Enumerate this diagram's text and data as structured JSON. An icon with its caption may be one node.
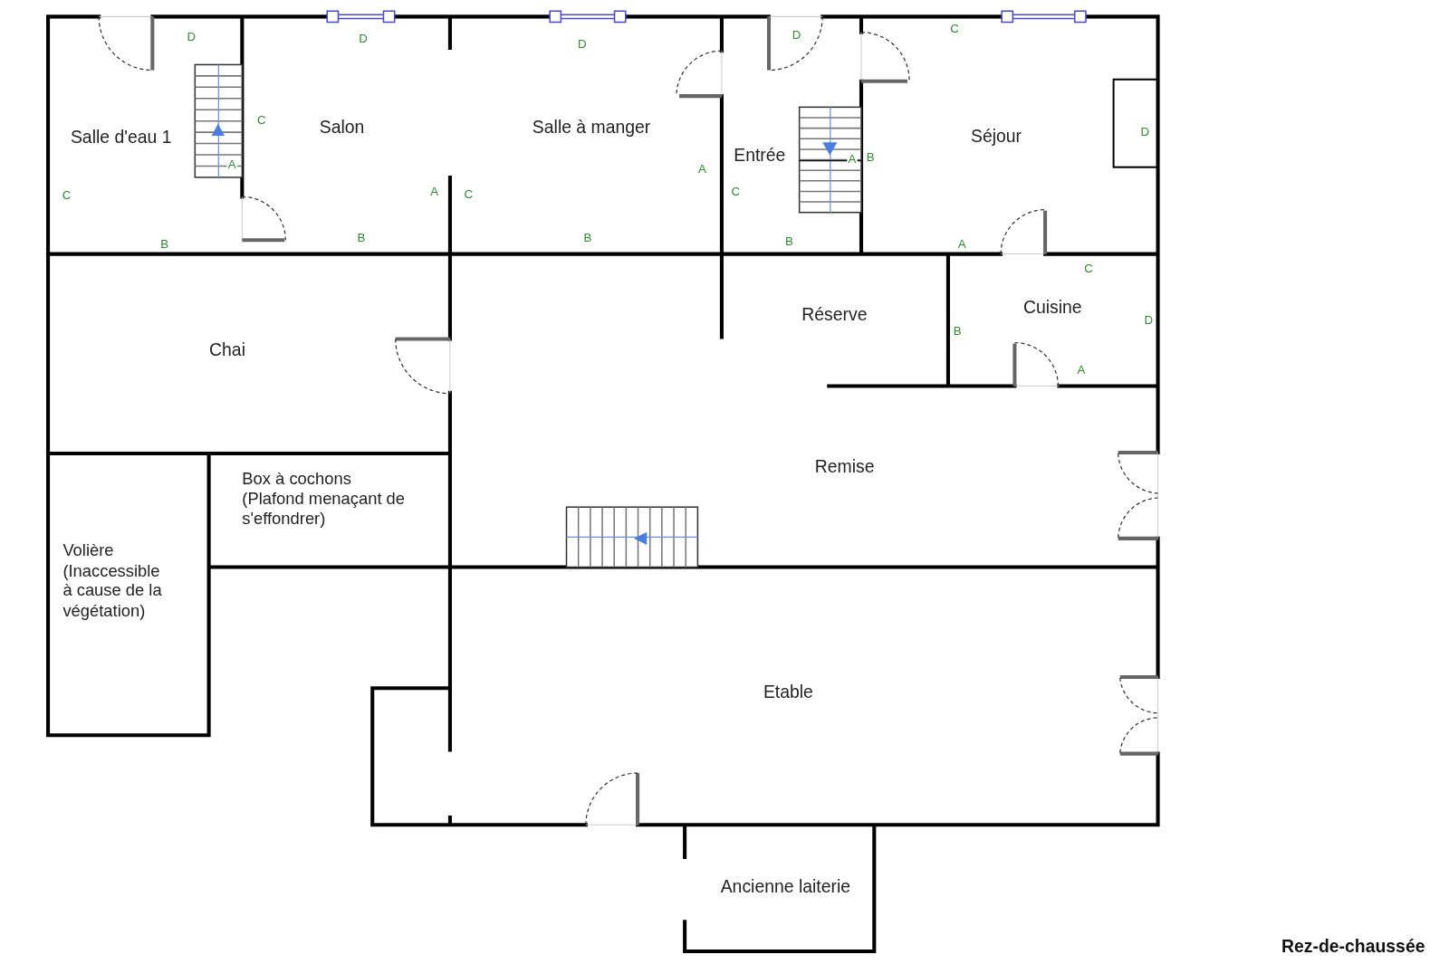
{
  "diagram": {
    "caption": "Rez-de-chaussée",
    "labels": [
      "D",
      "D",
      "D",
      "D",
      "C",
      "Salle d'eau 1",
      "C",
      "Salon",
      "Salle à manger",
      "D",
      "Séjour",
      "Entrée",
      "A",
      "B",
      "A",
      "A",
      "A",
      "C",
      "C",
      "C",
      "B",
      "B",
      "B",
      "B",
      "A",
      "C",
      "Cuisine",
      "Réserve",
      "D",
      "B",
      "Chai",
      "A",
      "Remise",
      "Box à cochons (Plafond menaçant de s'effondrer)",
      "Volière (Inaccessible à cause de la végétation)",
      "Etable",
      "Ancienne laiterie"
    ]
  }
}
